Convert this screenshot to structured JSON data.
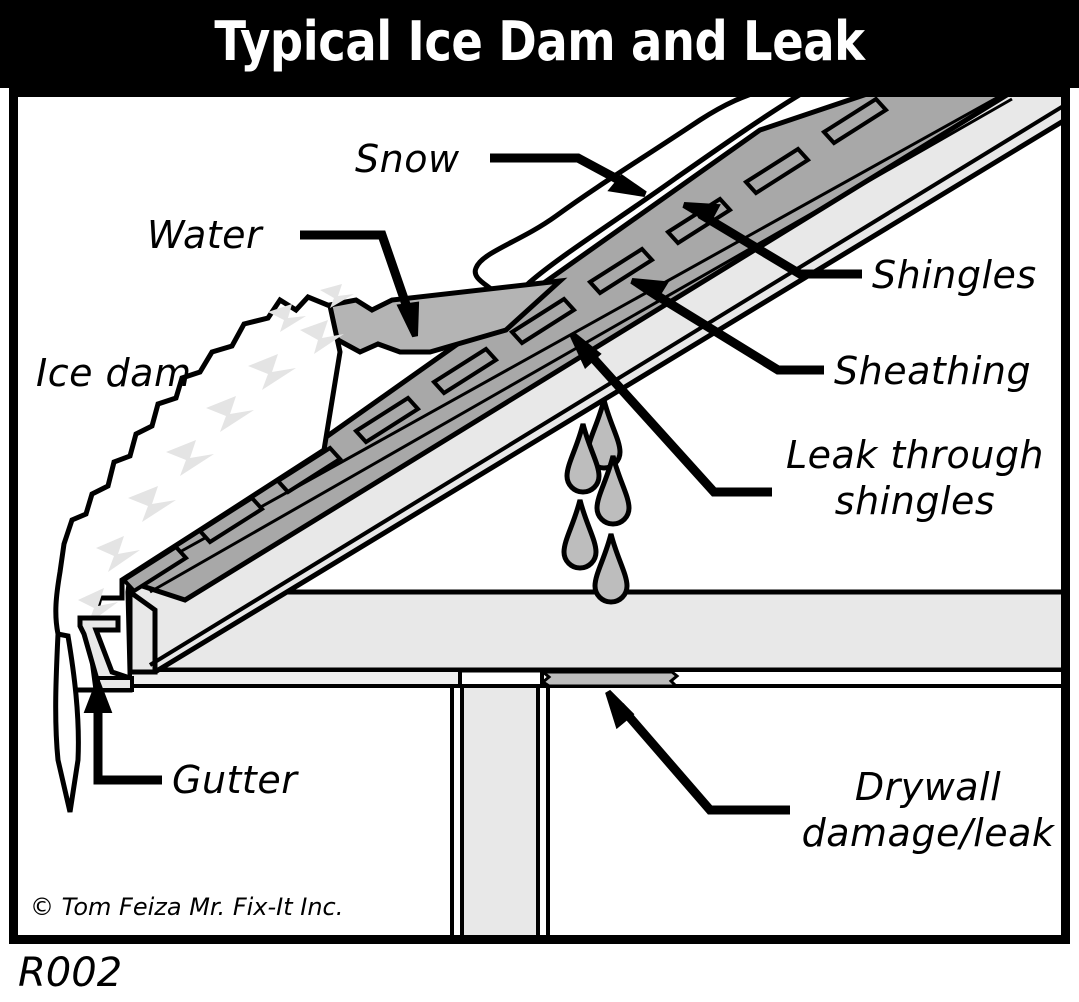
{
  "header": {
    "title": "Typical Ice Dam and Leak",
    "background_color": "#000000",
    "text_color": "#ffffff"
  },
  "frame": {
    "border_color": "#000000",
    "background_color": "#ffffff"
  },
  "diagram": {
    "type": "cross-section-illustration",
    "subject": "Roof eave cross section showing ice dam formation, trapped melt water, leakage through shingles and resulting drywall damage",
    "labels": [
      {
        "id": "snow",
        "text": "Snow",
        "leader": "horizontal-then-diagonal-down-right",
        "points_to": "snow blanket on upper roof slope"
      },
      {
        "id": "water",
        "text": "Water",
        "leader": "horizontal-then-diagonal-down-right",
        "points_to": "pool of melt water trapped behind ice dam"
      },
      {
        "id": "ice-dam",
        "text": "Ice dam",
        "leader": "none",
        "points_to": "ice mass built up at roof eave"
      },
      {
        "id": "shingles",
        "text": "Shingles",
        "leader": "horizontal-then-diagonal-up-left",
        "points_to": "layered asphalt shingle courses"
      },
      {
        "id": "sheathing",
        "text": "Sheathing",
        "leader": "horizontal-then-diagonal-up-left",
        "points_to": "roof deck board beneath shingles"
      },
      {
        "id": "leak-through-shingles",
        "line1": "Leak through",
        "line2": "shingles",
        "leader": "horizontal-then-diagonal-up-left",
        "points_to": "water penetrating shingle layer into attic"
      },
      {
        "id": "gutter",
        "text": "Gutter",
        "leader": "horizontal-then-vertical-up",
        "points_to": "eave gutter filled with ice"
      },
      {
        "id": "drywall-damage",
        "line1": "Drywall",
        "line2": "damage/leak",
        "leader": "horizontal-then-diagonal-up-left",
        "points_to": "stained patch on ceiling drywall"
      }
    ],
    "elements": [
      {
        "name": "snow-blanket",
        "fill": "#ffffff",
        "stroke": "#000000"
      },
      {
        "name": "ice-dam-mass",
        "fill": "#ffffff",
        "texture_fill": "#e4e4e4",
        "stroke": "#000000"
      },
      {
        "name": "trapped-water-pool",
        "fill": "#b4b4b4",
        "stroke": "#000000"
      },
      {
        "name": "shingle-band",
        "fill": "#a8a8a8",
        "stroke": "#000000"
      },
      {
        "name": "sheathing-band",
        "fill": "#e8e8e8",
        "stroke": "#000000"
      },
      {
        "name": "water-drops",
        "count": 5,
        "fill": "#bdbdbd",
        "stroke": "#000000"
      },
      {
        "name": "ceiling-joist-band",
        "fill": "#e8e8e8",
        "stroke": "#000000"
      },
      {
        "name": "interior-wall",
        "fill": "#e8e8e8",
        "stroke": "#000000"
      },
      {
        "name": "drywall-stain-patch",
        "fill": "#bdbdbd",
        "stroke": "#000000"
      },
      {
        "name": "gutter-profile",
        "fill": "#e8e8e8",
        "stroke": "#000000"
      },
      {
        "name": "icicle",
        "fill": "#ffffff",
        "stroke": "#000000"
      }
    ]
  },
  "footer": {
    "copyright": "© Tom Feiza Mr. Fix-It Inc.",
    "code": "R002"
  },
  "colors": {
    "black": "#000000",
    "white": "#ffffff",
    "shingle_gray": "#a8a8a8",
    "sheathing_gray": "#e8e8e8",
    "water_gray": "#b4b4b4",
    "ice_texture_gray": "#e4e4e4",
    "drop_gray": "#bdbdbd"
  }
}
